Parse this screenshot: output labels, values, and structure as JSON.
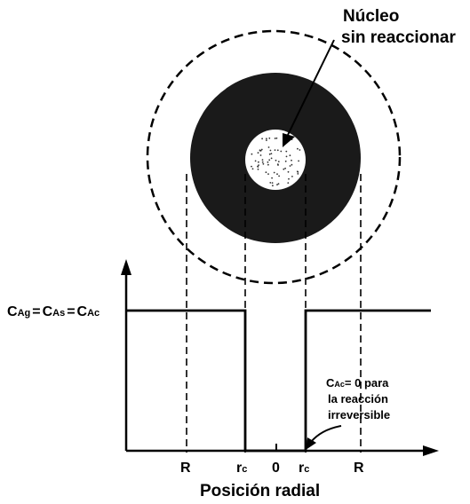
{
  "labels": {
    "core_title_line1": "Núcleo",
    "core_title_line2": "sin reaccionar",
    "conc_C1": "C",
    "conc_sub1": "Ag",
    "conc_eq1": "=",
    "conc_C2": "C",
    "conc_sub2": "As",
    "conc_eq2": "=",
    "conc_C3": "C",
    "conc_sub3": "Ac",
    "note_C": "C",
    "note_sub": "Ac",
    "note_line1_rest": "= 0 para",
    "note_line2": "la reacción",
    "note_line3": "irreversible",
    "tick_R_left": "R",
    "tick_rc_left_r": "r",
    "tick_rc_left_sub": "c",
    "tick_zero": "0",
    "tick_rc_right_r": "r",
    "tick_rc_right_sub": "c",
    "tick_R_right": "R",
    "x_axis_title": "Posición radial"
  }
}
